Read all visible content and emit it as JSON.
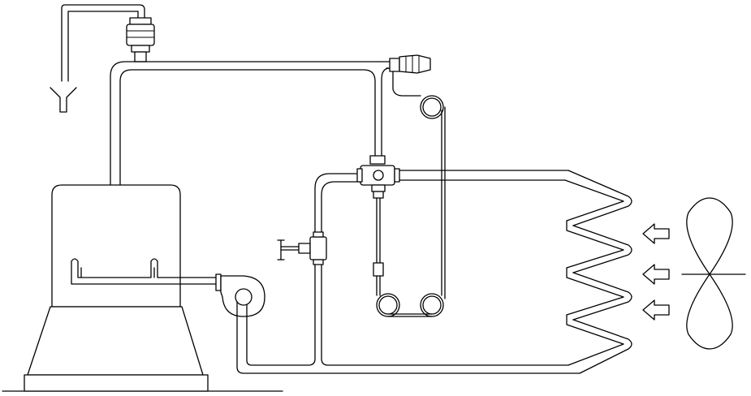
{
  "diagram": {
    "stroke_color": "#000000",
    "background_color": "#ffffff",
    "components": [
      "drain-funnel",
      "pressure-switch",
      "receiver-tank",
      "condenser-coil",
      "fan",
      "expansion-valve",
      "service-valve",
      "pump",
      "capillary-coil",
      "airflow-arrows"
    ]
  }
}
